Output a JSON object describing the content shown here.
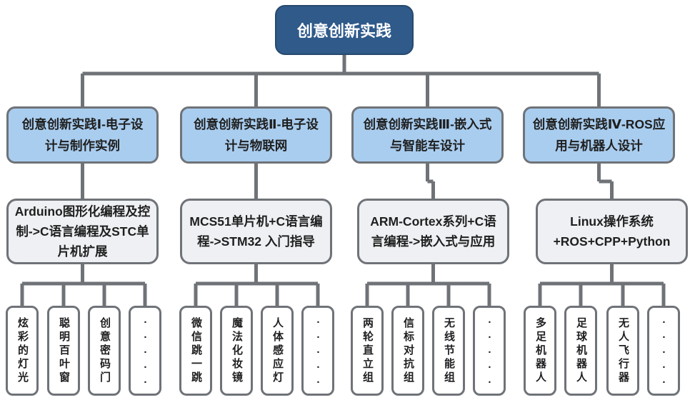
{
  "root": {
    "label": "创意创新实践"
  },
  "branches": [
    {
      "title": "创意创新实践Ⅰ-电子设计与制作实例",
      "subtitle": "Arduino图形化编程及控制->C语言编程及STC单片机扩展",
      "leaves": [
        "炫彩的灯光",
        "聪明百叶窗",
        "创意密码门",
        "....."
      ]
    },
    {
      "title": "创意创新实践Ⅱ-电子设计与物联网",
      "subtitle": "MCS51单片机+C语言编程->STM32 入门指导",
      "leaves": [
        "微信跳一跳",
        "魔法化妆镜",
        "人体感应灯",
        "....."
      ]
    },
    {
      "title": "创意创新实践Ⅲ-嵌入式与智能车设计",
      "subtitle": "ARM-Cortex系列+C语言编程->嵌入式与应用",
      "leaves": [
        "两轮直立组",
        "信标对抗组",
        "无线节能组",
        "....."
      ]
    },
    {
      "title": "创意创新实践Ⅳ-ROS应用与机器人设计",
      "subtitle": "Linux操作系统+ROS+CPP+Python",
      "leaves": [
        "多足机器人",
        "足球机器人",
        "无人飞行器",
        "....."
      ]
    }
  ]
}
